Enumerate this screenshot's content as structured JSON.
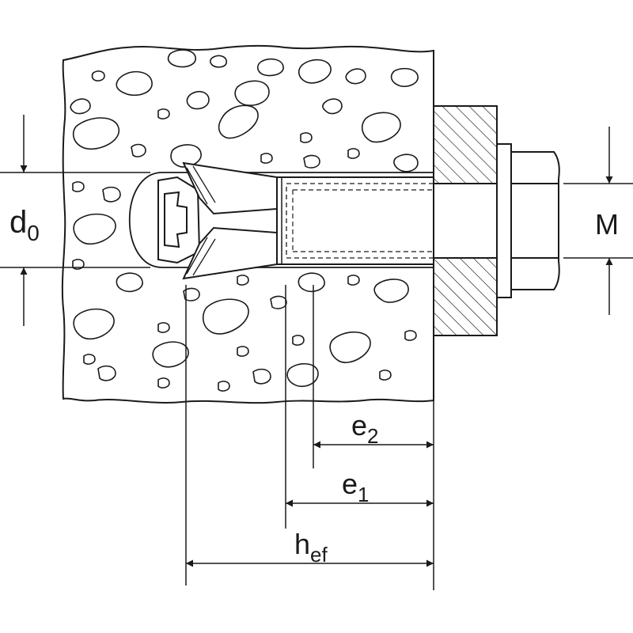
{
  "diagram": {
    "labels": {
      "d0_main": "d",
      "d0_sub": "0",
      "m": "M",
      "e2_main": "e",
      "e2_sub": "2",
      "e1_main": "e",
      "e1_sub": "1",
      "hef_main": "h",
      "hef_sub": "ef"
    },
    "colors": {
      "line": "#1a1a1a",
      "fill": "#ffffff"
    }
  }
}
